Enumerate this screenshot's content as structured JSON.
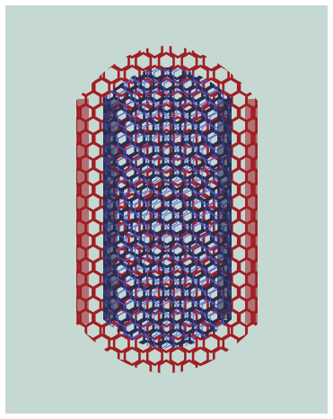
{
  "figure": {
    "description": "",
    "colors": {
      "frame": "#ffffff",
      "background": "#c5d8d1",
      "outer_tube": "#a01e24",
      "inner_tube": "#2a2c4f",
      "inner_tube_highlight": "#4a5bd0"
    },
    "structures": [
      {
        "name": "outer-nanotube",
        "color_key": "outer_tube"
      },
      {
        "name": "inner-nanotube",
        "color_key": "inner_tube"
      }
    ]
  }
}
